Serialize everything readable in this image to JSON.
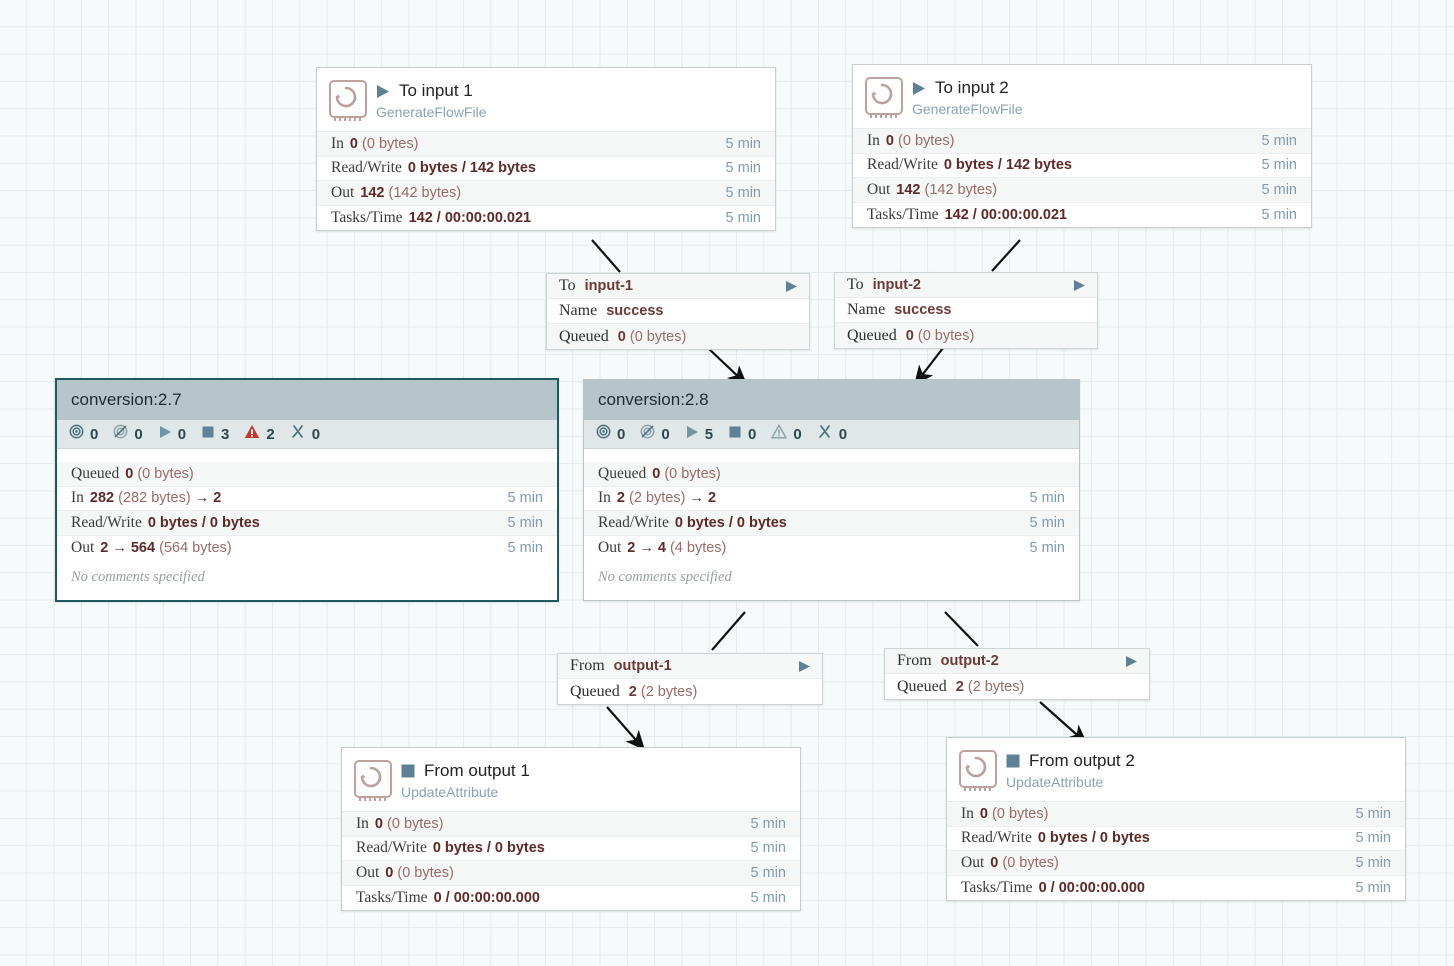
{
  "canvas": {
    "grid_color": "#e3ebec",
    "background": "#f7fafa"
  },
  "colors": {
    "accent_teal": "#1d5a60",
    "stat_value": "#5e2a28",
    "stat_paren": "#9a6a66",
    "time_text": "#7f9cb0",
    "pg_header": "#b6c5c9",
    "pg_statusbar": "#dfe7e9",
    "invalid_red": "#c0392b",
    "icon_steel": "#5d8196"
  },
  "processors": [
    {
      "id": "to-input-1",
      "name": "To input 1",
      "type": "GenerateFlowFile",
      "run_status": "running",
      "icon": "processor-icon",
      "stats": [
        {
          "label": "In",
          "value": "0",
          "paren": "(0 bytes)",
          "time": "5 min"
        },
        {
          "label": "Read/Write",
          "value": "0 bytes / 142 bytes",
          "paren": "",
          "time": "5 min"
        },
        {
          "label": "Out",
          "value": "142",
          "paren": "(142 bytes)",
          "time": "5 min"
        },
        {
          "label": "Tasks/Time",
          "value": "142 / 00:00:00.021",
          "paren": "",
          "time": "5 min"
        }
      ]
    },
    {
      "id": "to-input-2",
      "name": "To input 2",
      "type": "GenerateFlowFile",
      "run_status": "running",
      "icon": "processor-icon",
      "stats": [
        {
          "label": "In",
          "value": "0",
          "paren": "(0 bytes)",
          "time": "5 min"
        },
        {
          "label": "Read/Write",
          "value": "0 bytes / 142 bytes",
          "paren": "",
          "time": "5 min"
        },
        {
          "label": "Out",
          "value": "142",
          "paren": "(142 bytes)",
          "time": "5 min"
        },
        {
          "label": "Tasks/Time",
          "value": "142 / 00:00:00.021",
          "paren": "",
          "time": "5 min"
        }
      ]
    },
    {
      "id": "from-output-1",
      "name": "From output 1",
      "type": "UpdateAttribute",
      "run_status": "stopped",
      "icon": "processor-icon",
      "stats": [
        {
          "label": "In",
          "value": "0",
          "paren": "(0 bytes)",
          "time": "5 min"
        },
        {
          "label": "Read/Write",
          "value": "0 bytes / 0 bytes",
          "paren": "",
          "time": "5 min"
        },
        {
          "label": "Out",
          "value": "0",
          "paren": "(0 bytes)",
          "time": "5 min"
        },
        {
          "label": "Tasks/Time",
          "value": "0 / 00:00:00.000",
          "paren": "",
          "time": "5 min"
        }
      ]
    },
    {
      "id": "from-output-2",
      "name": "From output 2",
      "type": "UpdateAttribute",
      "run_status": "stopped",
      "icon": "processor-icon",
      "stats": [
        {
          "label": "In",
          "value": "0",
          "paren": "(0 bytes)",
          "time": "5 min"
        },
        {
          "label": "Read/Write",
          "value": "0 bytes / 0 bytes",
          "paren": "",
          "time": "5 min"
        },
        {
          "label": "Out",
          "value": "0",
          "paren": "(0 bytes)",
          "time": "5 min"
        },
        {
          "label": "Tasks/Time",
          "value": "0 / 00:00:00.000",
          "paren": "",
          "time": "5 min"
        }
      ]
    }
  ],
  "process_groups": [
    {
      "id": "conversion-2-7",
      "title": "conversion:2.7",
      "selected": true,
      "status_counts": [
        {
          "icon": "transmitting-icon",
          "count": "0"
        },
        {
          "icon": "not-transmitting-icon",
          "count": "0"
        },
        {
          "icon": "running-icon",
          "count": "0"
        },
        {
          "icon": "stopped-icon",
          "count": "3"
        },
        {
          "icon": "invalid-icon",
          "count": "2"
        },
        {
          "icon": "disabled-icon",
          "count": "0"
        }
      ],
      "invalid_alert": true,
      "stats": [
        {
          "label": "Queued",
          "value": "0",
          "paren": "(0 bytes)",
          "time": ""
        },
        {
          "label": "In",
          "value": "282",
          "paren": "(282 bytes)",
          "suffix": "→ 2",
          "time": "5 min"
        },
        {
          "label": "Read/Write",
          "value": "0 bytes / 0 bytes",
          "paren": "",
          "time": "5 min"
        },
        {
          "label": "Out",
          "value": "2 → 564",
          "paren": "(564 bytes)",
          "time": "5 min"
        }
      ],
      "comment": "No comments specified"
    },
    {
      "id": "conversion-2-8",
      "title": "conversion:2.8",
      "selected": false,
      "status_counts": [
        {
          "icon": "transmitting-icon",
          "count": "0"
        },
        {
          "icon": "not-transmitting-icon",
          "count": "0"
        },
        {
          "icon": "running-icon",
          "count": "5"
        },
        {
          "icon": "stopped-icon",
          "count": "0"
        },
        {
          "icon": "invalid-icon",
          "count": "0"
        },
        {
          "icon": "disabled-icon",
          "count": "0"
        }
      ],
      "invalid_alert": false,
      "stats": [
        {
          "label": "Queued",
          "value": "0",
          "paren": "(0 bytes)",
          "time": ""
        },
        {
          "label": "In",
          "value": "2",
          "paren": "(2 bytes)",
          "suffix": "→ 2",
          "time": "5 min"
        },
        {
          "label": "Read/Write",
          "value": "0 bytes / 0 bytes",
          "paren": "",
          "time": "5 min"
        },
        {
          "label": "Out",
          "value": "2 → 4",
          "paren": "(4 bytes)",
          "time": "5 min"
        }
      ],
      "comment": "No comments specified"
    }
  ],
  "connections": [
    {
      "id": "conn-to-input-1",
      "rows": [
        {
          "key": "To",
          "value": "input-1",
          "paren": "",
          "triangle": true
        },
        {
          "key": "Name",
          "value": "success",
          "paren": "",
          "triangle": false
        },
        {
          "key": "Queued",
          "value": "0",
          "paren": "(0 bytes)",
          "triangle": false
        }
      ]
    },
    {
      "id": "conn-to-input-2",
      "rows": [
        {
          "key": "To",
          "value": "input-2",
          "paren": "",
          "triangle": true
        },
        {
          "key": "Name",
          "value": "success",
          "paren": "",
          "triangle": false
        },
        {
          "key": "Queued",
          "value": "0",
          "paren": "(0 bytes)",
          "triangle": false
        }
      ]
    },
    {
      "id": "conn-from-output-1",
      "rows": [
        {
          "key": "From",
          "value": "output-1",
          "paren": "",
          "triangle": true
        },
        {
          "key": "Queued",
          "value": "2",
          "paren": "(2 bytes)",
          "triangle": false
        }
      ]
    },
    {
      "id": "conn-from-output-2",
      "rows": [
        {
          "key": "From",
          "value": "output-2",
          "paren": "",
          "triangle": true
        },
        {
          "key": "Queued",
          "value": "2",
          "paren": "(2 bytes)",
          "triangle": false
        }
      ]
    }
  ]
}
